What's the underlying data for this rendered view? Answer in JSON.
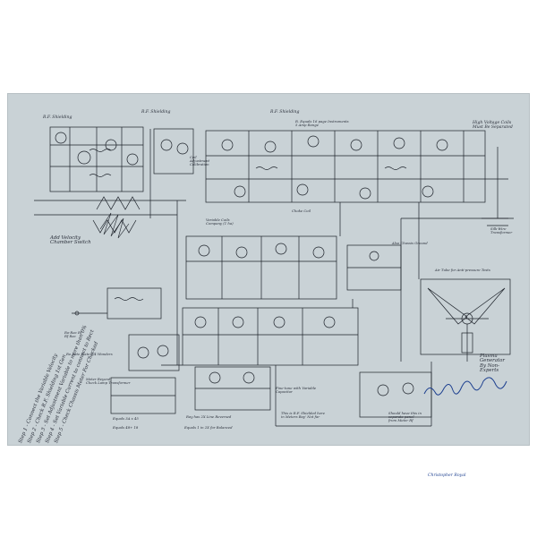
{
  "annotations": {
    "rf_shielding_1": "R.F. Shielding",
    "rf_shielding_2": "R.F. Shielding",
    "rf_shielding_3": "R.F. Shielding",
    "rf_meter_note": "R. Equals 16 page Instruments\n5 Amp Range",
    "high_voltage_coils": "High Voltage Coils\nMust Be Separated",
    "coil_adjustment": "Coil\nAdjustment\nCalibration",
    "add_velocity": "Add Velocity\nChamber Switch",
    "variable_coil": "Variable Coils\nCompany (1 ha)",
    "choke_coil": "Choke Coil",
    "silk_wire": "Silk-Wire\nTransformer",
    "ground_note": "Also Chassis Ground",
    "tube_test": "Air Tube for Anti-pressure Tests",
    "ro_rac_note": "Ro-Rac Rf\nRf Rac",
    "plasma_generator": "Plasma\nGenerator\nBy Non-\nExperts",
    "equals_1": "Equals 3A x 45",
    "equals_2": "Equals 48+ 18",
    "equals_3": "Equals 1 in 2X for Balanced",
    "ray_rev": "Ray has 2X Line Reversed",
    "fine_tune": "Fine-tune with Variable\nCapacitor",
    "note_rf": "This is R.F. Shielded here\nin Meters Bay' Not far",
    "should_have": "Should have this in\nseparate panel\nfrom Meter Rf",
    "power_on": "Ro Rate Plate 5/4 Wonders",
    "meter_band": "Meter Beyond\nCheck Lamp Transformer"
  },
  "steps": [
    "Step 1 - Connect the Variable Velocity",
    "Step 2 - Check R.F. Shielding 1st Gen",
    "Step 3 - Set Adjustment Variable to more than 0%",
    "Step 4 - Set Variable Current to connect to Rect",
    "Step 5 - Check Chassis Meter For Checked"
  ],
  "signature_text": "Christopher Royal"
}
